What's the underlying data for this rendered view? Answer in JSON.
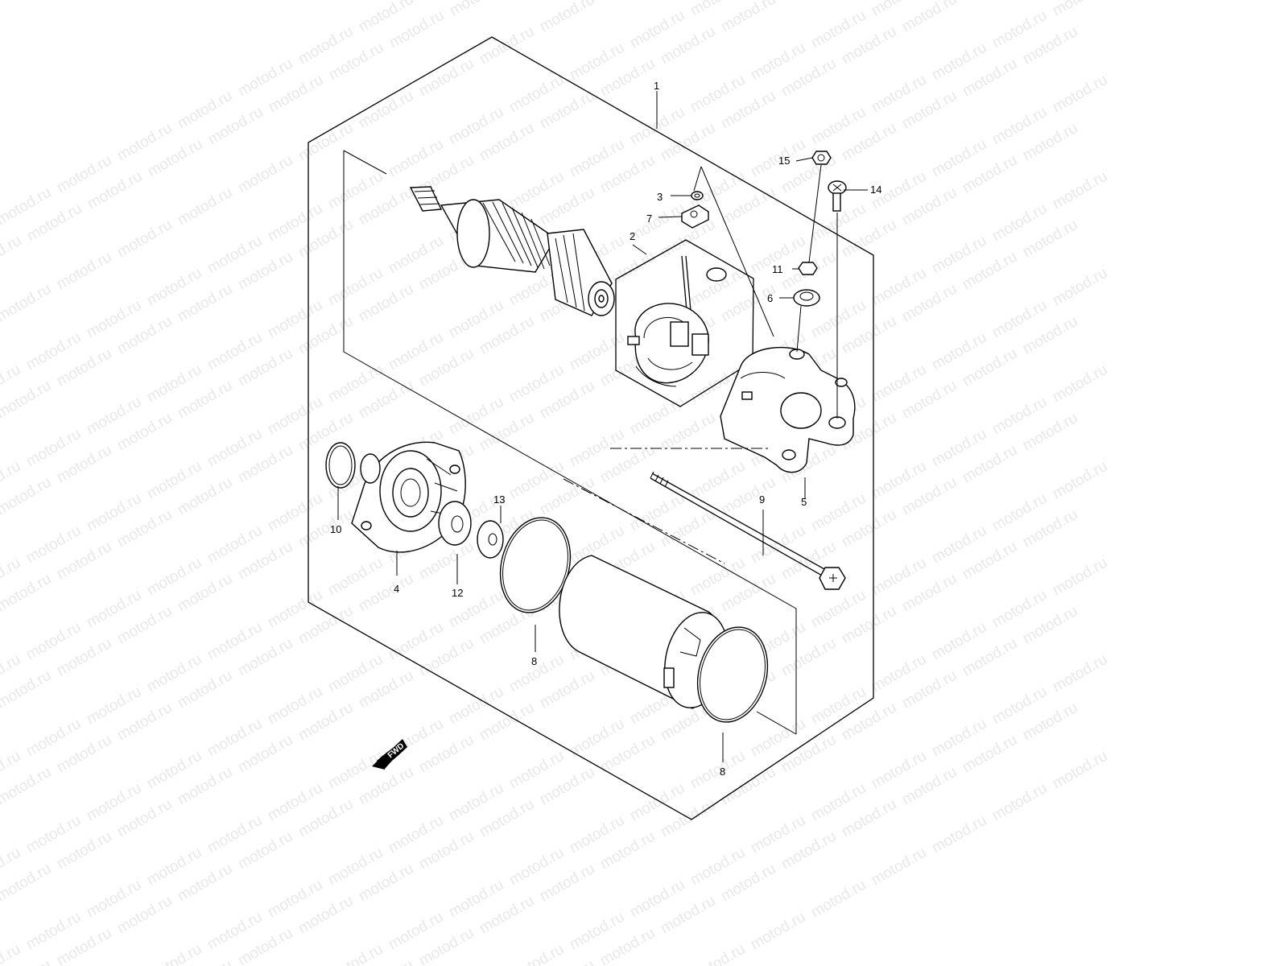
{
  "watermark": {
    "text": "motod.ru",
    "color": "#e8e8e8"
  },
  "direction_marker": {
    "label": "FWD",
    "icon": "fwd-arrow-icon"
  },
  "callouts": [
    {
      "id": "c1",
      "number": "1"
    },
    {
      "id": "c2",
      "number": "2"
    },
    {
      "id": "c3",
      "number": "3"
    },
    {
      "id": "c4",
      "number": "4"
    },
    {
      "id": "c5",
      "number": "5"
    },
    {
      "id": "c6",
      "number": "6"
    },
    {
      "id": "c7",
      "number": "7"
    },
    {
      "id": "c8a",
      "number": "8"
    },
    {
      "id": "c8b",
      "number": "8"
    },
    {
      "id": "c9",
      "number": "9"
    },
    {
      "id": "c10",
      "number": "10"
    },
    {
      "id": "c11",
      "number": "11"
    },
    {
      "id": "c12",
      "number": "12"
    },
    {
      "id": "c13",
      "number": "13"
    },
    {
      "id": "c14",
      "number": "14"
    },
    {
      "id": "c15",
      "number": "15"
    }
  ],
  "parts": [
    {
      "name": "armature-shaft",
      "icon": "armature-icon"
    },
    {
      "name": "brush-holder",
      "icon": "brush-holder-icon"
    },
    {
      "name": "rear-cover",
      "icon": "end-cover-icon"
    },
    {
      "name": "front-housing",
      "icon": "housing-icon"
    },
    {
      "name": "yoke",
      "icon": "yoke-cylinder-icon"
    },
    {
      "name": "through-bolt",
      "icon": "bolt-icon"
    },
    {
      "name": "o-rings",
      "icon": "o-ring-icon"
    },
    {
      "name": "washers",
      "icon": "washer-icon"
    },
    {
      "name": "nuts-and-screws",
      "icon": "fastener-icon"
    }
  ]
}
